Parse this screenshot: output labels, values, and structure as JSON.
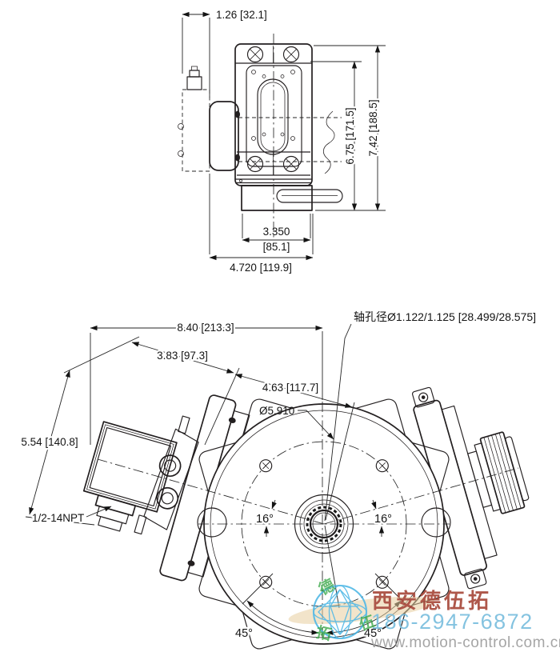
{
  "drawing": {
    "kind": "encoder outline dimension drawing, two orthographic views",
    "colors": {
      "line": "#231f20",
      "brand_red": "#a8493b",
      "brand_blue": "#7abede",
      "globe_blue": "#41b2e4",
      "seal_green": "#2da23c",
      "web_gray": "#9e9e9e",
      "swoosh_tan": "#e8cf9e"
    },
    "side_view": {
      "dims": {
        "width_top": "1.26 [32.1]",
        "height_inner": "6.75 [171.5]",
        "height_outer": "7.42 [188.5]",
        "width_mid": "3.350",
        "width_mid_mm": "[85.1]",
        "width_base": "4.720 [119.9]"
      }
    },
    "front_view": {
      "annotations": {
        "shaft_note": "轴孔径Ø1.122/1.125 [28.499/28.575]",
        "overall_width": "8.40 [213.3]",
        "seg_left": "3.83 [97.3]",
        "seg_right": "4.63 [117.7]",
        "bolt_circle": "Ø5.910",
        "overall_height": "5.54 [140.8]",
        "conduit_thread": "1/2-14NPT",
        "angle_left": "16°",
        "angle_right": "16°",
        "angle_bottom_left": "45°",
        "angle_bottom_right": "45°"
      }
    },
    "watermark": {
      "company": "西安德伍拓",
      "phone": "186-2947-6872",
      "website": "www.motion-control.com.cn",
      "seal": [
        "德",
        "伍",
        "拓"
      ]
    }
  }
}
